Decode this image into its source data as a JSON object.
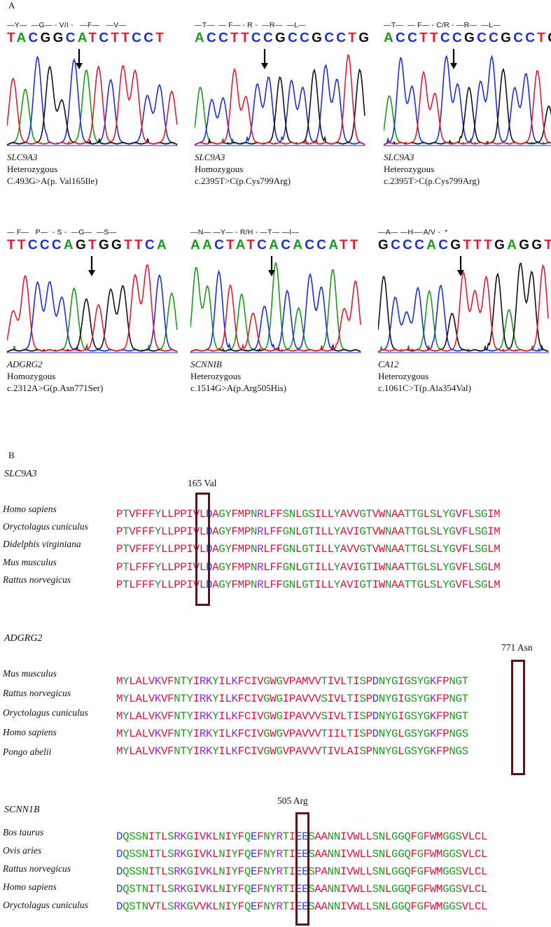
{
  "panel_a_label": "A",
  "panel_b_label": "B",
  "chromatograms": [
    {
      "aa": "—Y—  —G— - V/I -   —F—   —V—",
      "seq": "TACGGCATCTTCCT",
      "gene": "SLC9A3",
      "zygosity": "Heterozygous",
      "mutation": "C.493G>A(p. Val165Ile)",
      "seed": 1
    },
    {
      "aa": "—T—  — F— - R -  —R—  —L—",
      "seq": "ACCTTCCGCCGCCTG",
      "gene": "SLC9A3",
      "zygosity": "Homozygous",
      "mutation": "c.2395T>C(p.Cys799Arg)",
      "seed": 2
    },
    {
      "aa": "—T—  — F— - C/R - —R—  —L—",
      "seq": "ACCTTCCGCCGCCTG",
      "gene": "SLC9A3",
      "zygosity": "Heterozygous",
      "mutation": "c.2395T>C(p.Cys799Arg)",
      "seed": 3
    },
    {
      "aa": "— F—   P—  - S -  —G—  —S—",
      "seq": "TTCCCAGTGGTTCA",
      "gene": "ADGRG2",
      "zygosity": "Homozygous",
      "mutation": "c.2312A>G(p.Asn771Ser)",
      "seed": 4
    },
    {
      "aa": "—N— —Y— - R/H - —T— —I—",
      "seq": "AACTATCACACCATT",
      "gene": "SCNNIB",
      "zygosity": "Heterozygous",
      "mutation": "c.1514G>A(p.Arg505His)",
      "seed": 5
    },
    {
      "aa": "—A— —H—-A/V -  *",
      "seq": "GCCCACGTTTGAGGT",
      "gene": "CA12",
      "zygosity": "Heterozygous",
      "mutation": "c.1061C>T(p.Ala354Val)",
      "seed": 6
    }
  ],
  "base_colors": {
    "A": "#1a9a1a",
    "C": "#1a2fd6",
    "G": "#111111",
    "T": "#e01b2f"
  },
  "aa_colors": {
    "hydrophobic": "#e0103c",
    "polar": "#1f9a1f",
    "acidic": "#2d3fe0",
    "basic": "#8a2be2"
  },
  "alignments": [
    {
      "gene": "SLC9A3",
      "position_label": "165 Val",
      "rows": [
        {
          "species": "Homo sapiens",
          "seq": "PTVFFFYLLPPIVLDAGYFMPNRLFFSNLGSILLYAVVGTVWNAATTGLSLYGVFLSGIM"
        },
        {
          "species": "Oryctolagus cuniculus",
          "seq": "PTVFFFYLLPPIVLDAGYFMPNRLFFGNLGTILLYAVIGTVWNAATTGLSLYGVFLSGIM"
        },
        {
          "species": "Didelphis virginiana",
          "seq": "PTVFFFYLLPPIVLDAGYFMPNRLFFGNLGTILLYAVVGTVWNAATTGLSLYGVFLSGLM"
        },
        {
          "species": "Mus musculus",
          "seq": "PTLFFFYLLPPIVLDAGYFMPNRLFFGNLGTILLYAVIGTIWNAATTGLSLYGVFLSGLM"
        },
        {
          "species": "Rattus norvegicus",
          "seq": "PTLFFFYLLPPIVLDAGYFMPNRLFFGNLGTILLYAVIGTIWNAATTGLSLYGVFLSGLM"
        }
      ]
    },
    {
      "gene": "ADGRG2",
      "position_label": "771 Asn",
      "rows": [
        {
          "species": "Mus musculus",
          "seq": "MYLALVKVFNTYIRKYILKFCIVGWGVPAMVVTIVLTISPDNYGIGSYGKFPNGT"
        },
        {
          "species": "Rattus norvegicus",
          "seq": "MYLALVKVFNTYIRKYILKFCIVGWGIPAVVVSIVLTISPDNYGIGSYGKFPNGT"
        },
        {
          "species": "Oryctolagus cuniculus",
          "seq": "MYLALVKVFNTYIRKYILKFCIVGWGIPAVVVSIVLTISPDNYGIGSYGKFPNGT"
        },
        {
          "species": "Homo sapiens",
          "seq": "MYLALVKVFNTYIRKYILKFCIVGWGVPAVVVTIILTISPDNYGLGSYGKFPNGS"
        },
        {
          "species": "Pongo abelii",
          "seq": "MYLALVKVFNTYIRKYILKFCIVGWGVPAVVVTIVLAISPNNYGLGSYGKFPNGS"
        }
      ]
    },
    {
      "gene": "SCNN1B",
      "position_label": "505 Arg",
      "rows": [
        {
          "species": "Bos taurus",
          "seq": "DQSSNITLSRKGIVKLNIYFQEFNYRTIEESAANNIVWLLSNLGGQFGFWMGGSVLCL"
        },
        {
          "species": "Ovis aries",
          "seq": "DQSSNITLSRKGIVKLNIYFQEFNYRTIEESAANNIVWLLSNLGGQFGFWMGGSVLCL"
        },
        {
          "species": "Rattus norvegicus",
          "seq": "DQSSNITLSRKGIVKLNIYFQEFNYRTIEESPANNIVWLLSNLGGQFGFWMGGSVLCL"
        },
        {
          "species": "Homo sapiens",
          "seq": "DQSTNITLSRKGIVKLNIYFQEFNYRTIEESAANNIVWLLSNLGGQFGFWMGGSVLCL"
        },
        {
          "species": "Oryctolagus cuniculus",
          "seq": "DQSTNVTLSRKGVVKLNIYFQEFNYRTIEESAANNIVWLLSNLGGQFGFWMGGSVLCL"
        }
      ]
    }
  ]
}
